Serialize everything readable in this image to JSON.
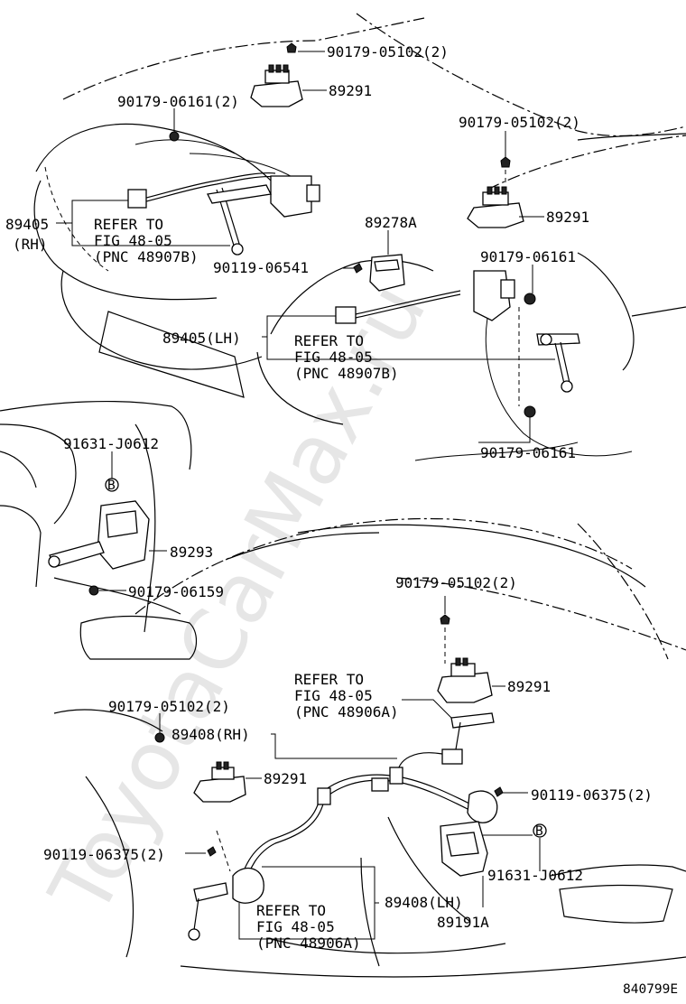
{
  "watermark": "ToyotaCarMax.ru",
  "figure_code": "840799E",
  "callouts": {
    "bolt_top_1": "90179-05102(2)",
    "sensor_top_1": "89291",
    "bolt_rh_front": "90179-06161(2)",
    "bolt_top_2": "90179-05102(2)",
    "sensor_top_2": "89291",
    "rh_front_id": "89405",
    "rh_front_side": "(RH)",
    "refer_1_a": "REFER TO",
    "refer_1_b": "FIG 48-05",
    "refer_1_c": "(PNC 48907B)",
    "relay_id": "89278A",
    "screw_front": "90119-06541",
    "bolt_lh_front_1": "90179-06161",
    "lh_front_id": "89405(LH)",
    "refer_2_a": "REFER TO",
    "refer_2_b": "FIG 48-05",
    "refer_2_c": "(PNC 48907B)",
    "bolt_lh_front_2": "90179-06161",
    "nut_b_1": "91631-J0612",
    "ecu_id": "89293",
    "bolt_ecu": "90179-06159",
    "bolt_rear_top": "90179-05102(2)",
    "sensor_rear_right": "89291",
    "refer_3_a": "REFER TO",
    "refer_3_b": "FIG 48-05",
    "refer_3_c": "(PNC 48906A)",
    "bolt_rear_left": "90179-05102(2)",
    "rh_rear_id": "89408(RH)",
    "sensor_rear_left": "89291",
    "screw_rear_right": "90119-06375(2)",
    "screw_rear_left": "90119-06375(2)",
    "nut_b_2": "91631-J0612",
    "refer_4_a": "REFER TO",
    "refer_4_b": "FIG 48-05",
    "refer_4_c": "(PNC 48906A)",
    "lh_rear_id": "89408(LH)",
    "computer_id": "89191A",
    "marker_b": "B"
  }
}
